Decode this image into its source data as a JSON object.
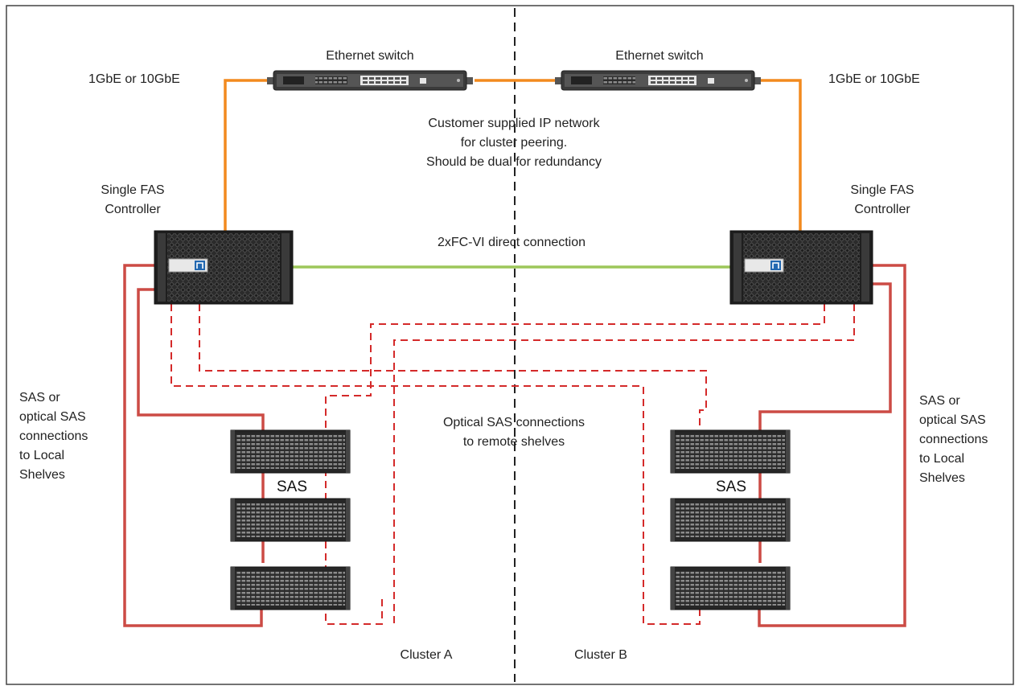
{
  "labels": {
    "switch_left": "Ethernet switch",
    "switch_right": "Ethernet switch",
    "link_left": "1GbE or 10GbE",
    "link_right": "1GbE or 10GbE",
    "network_line1": "Customer supplied IP network",
    "network_line2": "for cluster peering.",
    "network_line3": "Should be dual for redundancy",
    "controller_left_line1": "Single FAS",
    "controller_left_line2": "Controller",
    "controller_right_line1": "Single FAS",
    "controller_right_line2": "Controller",
    "fcvi": "2xFC-VI direct connection",
    "local_left_line1": "SAS or",
    "local_left_line2": "optical SAS",
    "local_left_line3": "connections",
    "local_left_line4": "to Local",
    "local_left_line5": "Shelves",
    "local_right_line1": "SAS or",
    "local_right_line2": "optical SAS",
    "local_right_line3": "connections",
    "local_right_line4": "to Local",
    "local_right_line5": "Shelves",
    "optical_line1": "Optical SAS connections",
    "optical_line2": "to remote shelves",
    "sas_left": "SAS",
    "sas_right": "SAS",
    "cluster_a": "Cluster A",
    "cluster_b": "Cluster B"
  },
  "colors": {
    "ethernet_cable": "#F28A1E",
    "fcvi_cable": "#9DC75A",
    "sas_cable": "#CC4B45",
    "optical_cable": "#D42A2A",
    "divider": "#222222",
    "device_dark": "#2A2A2A",
    "netapp_badge": "#2368B0"
  }
}
